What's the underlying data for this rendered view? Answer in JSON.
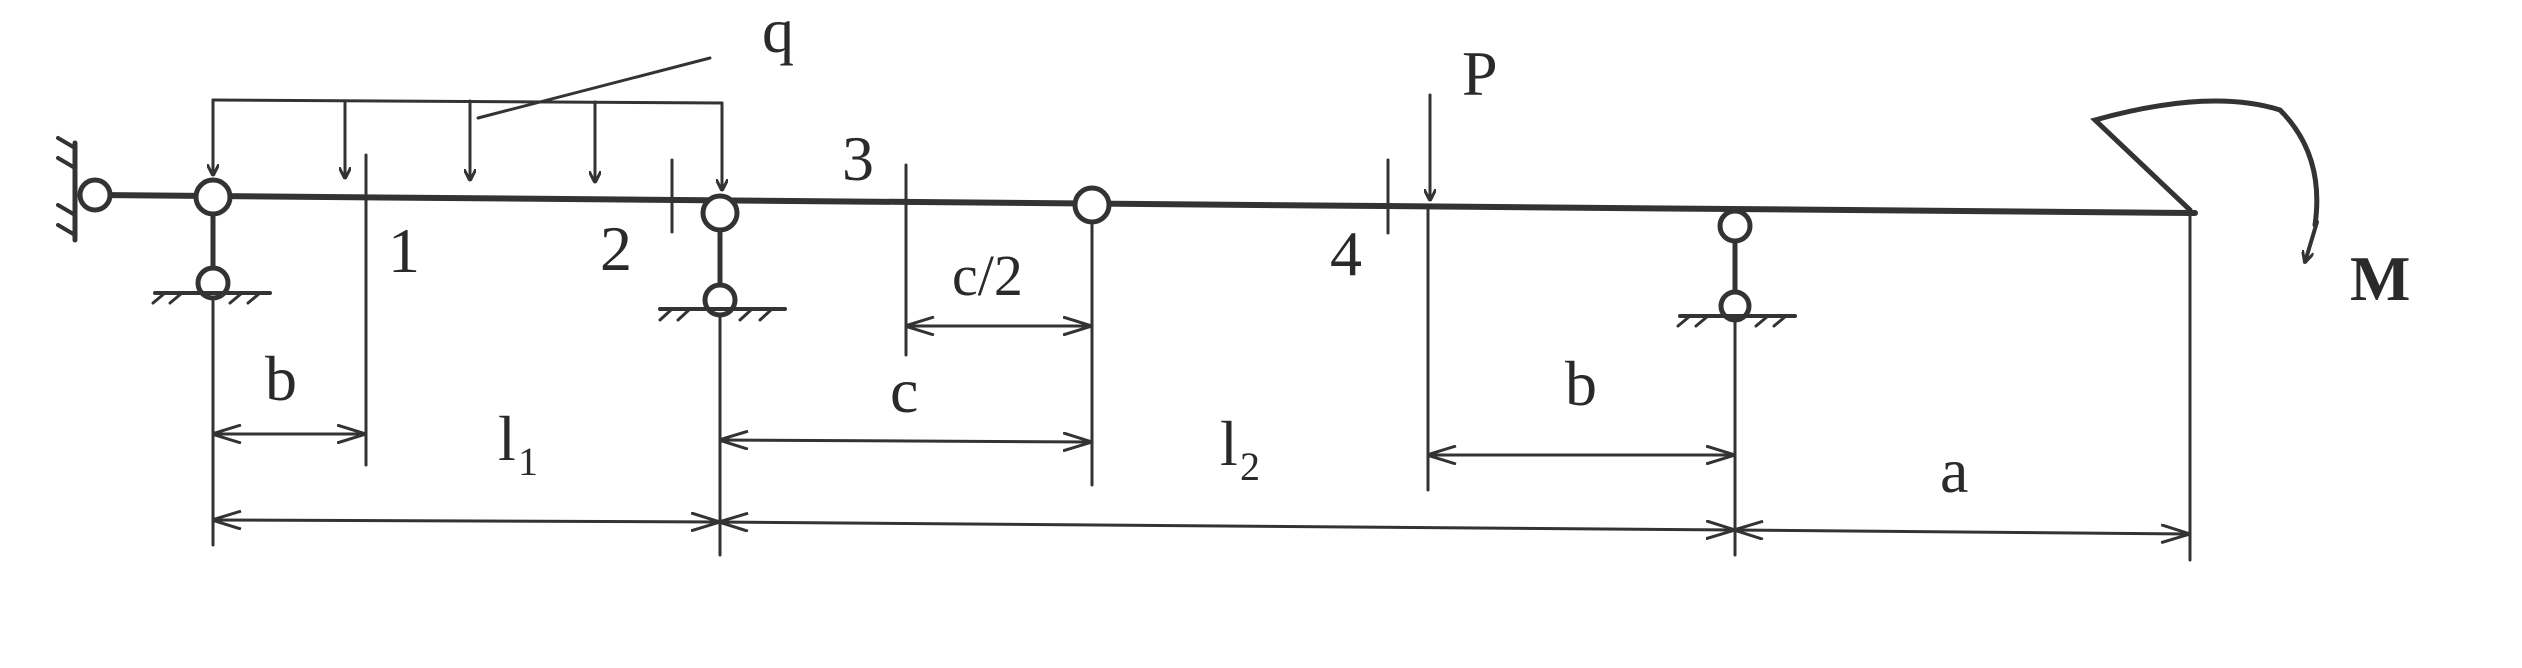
{
  "labels": {
    "load_q": "q",
    "force_p": "P",
    "moment_m": "M",
    "section_1": "1",
    "section_2": "2",
    "section_3": "3",
    "section_4": "4",
    "dim_b_left": "b",
    "dim_c_half": "c/2",
    "dim_c": "c",
    "dim_l1_base": "l",
    "dim_l1_sub": "1",
    "dim_l2_base": "l",
    "dim_l2_sub": "2",
    "dim_b_right": "b",
    "dim_a": "a"
  },
  "colors": {
    "ink": "#333333"
  }
}
